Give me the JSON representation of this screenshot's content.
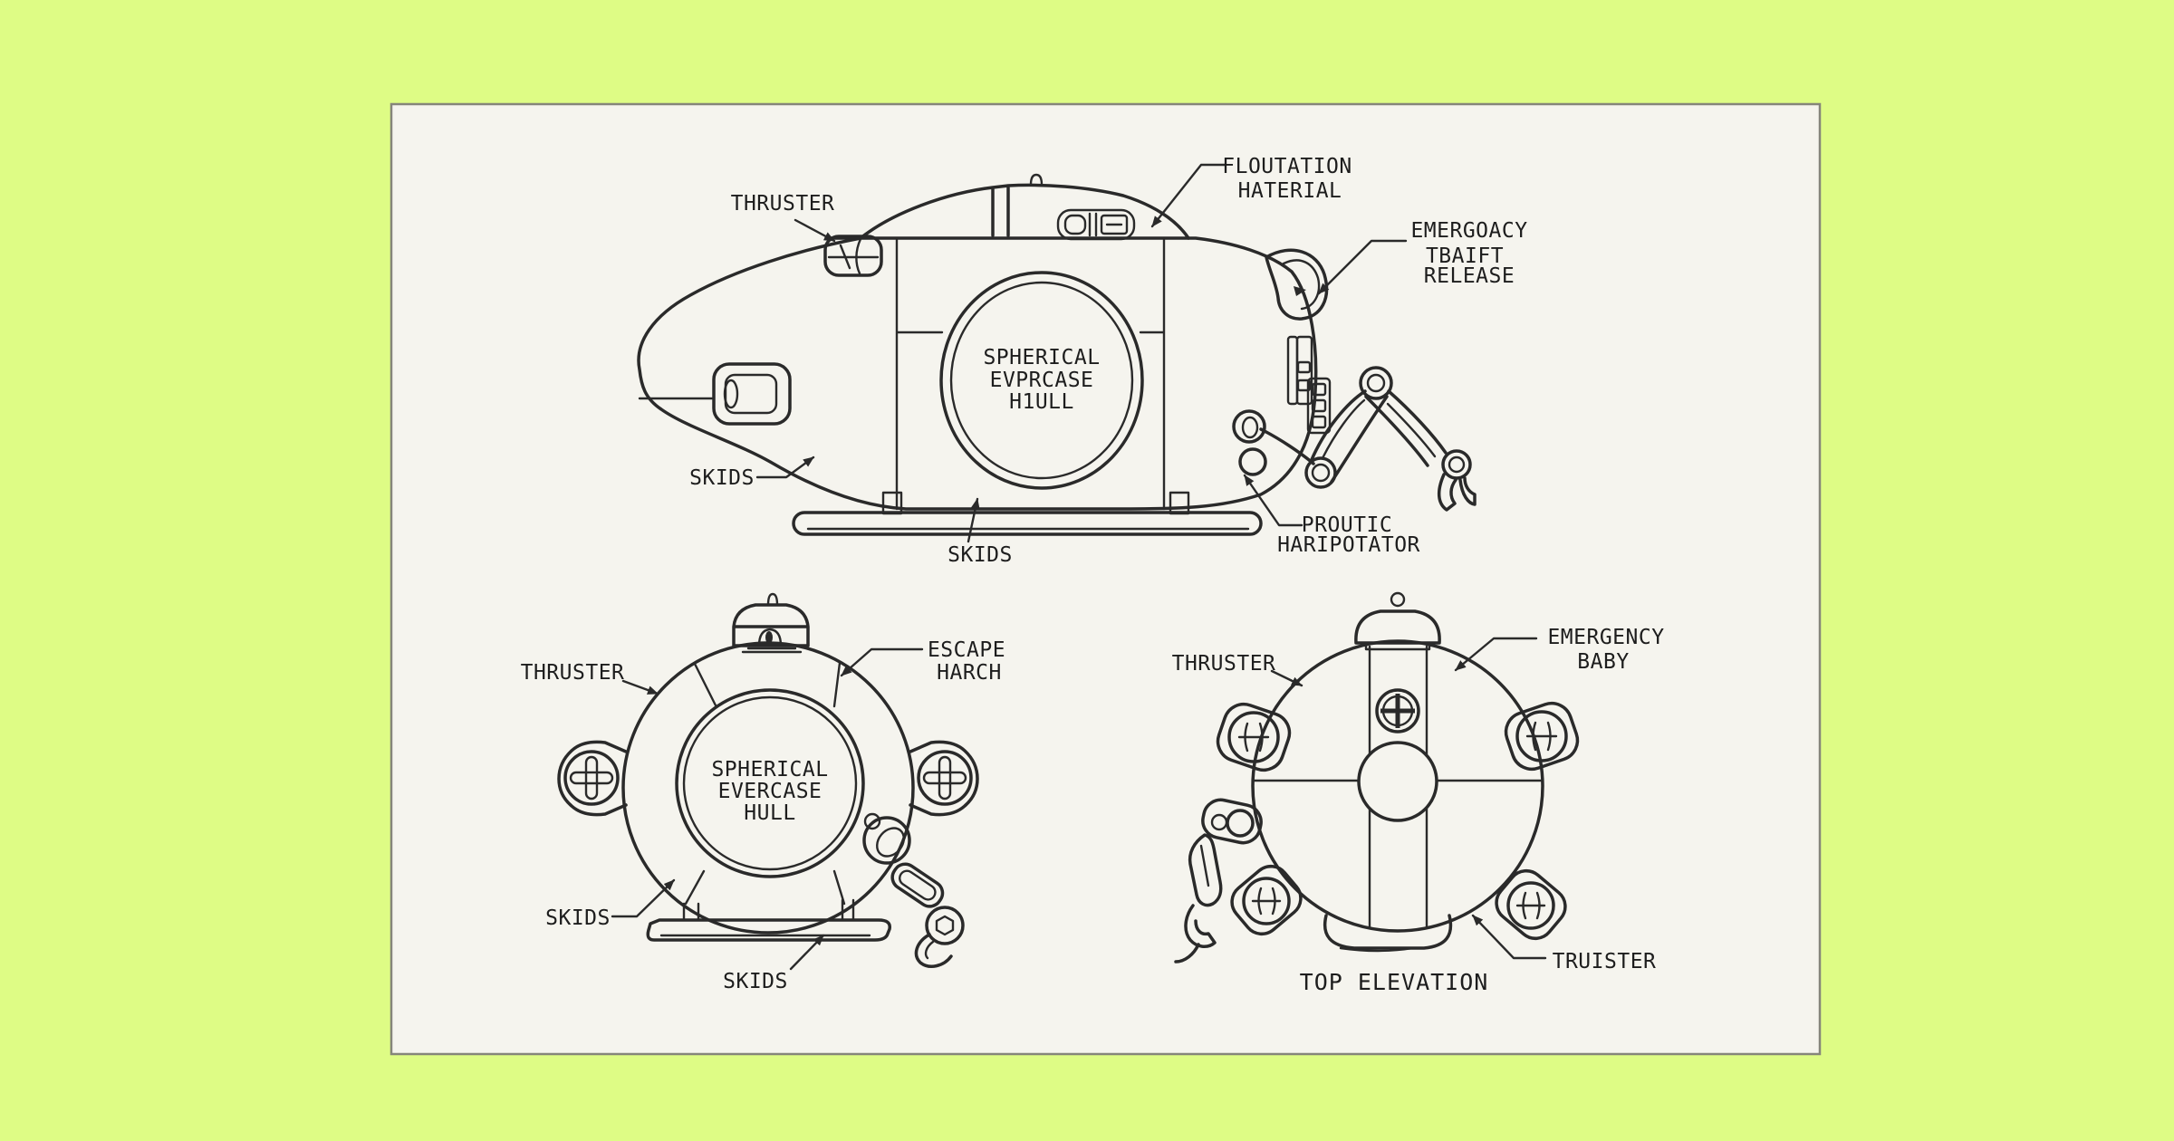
{
  "palette": {
    "background": "#defc85",
    "paper": "#f5f4ee",
    "paper_border": "#85857a",
    "line": "#2a2a2a",
    "text": "#1d1d1d"
  },
  "views": {
    "side": {
      "name": "side elevation of submersible",
      "labels": {
        "thruster": "THRUSTER",
        "flotation_line1": "FLOUTATION",
        "flotation_line2": "HATERIAL",
        "emergency_line1": "EMERGOACY",
        "emergency_line2": "TBAIFT",
        "emergency_line3": "RELEASE",
        "hull_line1": "SPHERICAL",
        "hull_line2": "EVPRCASE",
        "hull_line3": "H1ULL",
        "skids_left": "SKIDS",
        "skids_bottom": "SKIDS",
        "manipulator_line1": "PROUTIC",
        "manipulator_line2": "HARIPOTATOR"
      }
    },
    "front": {
      "name": "front elevation of submersible",
      "labels": {
        "thruster": "THRUSTER",
        "escape_line1": "ESCAPE",
        "escape_line2": "HARCH",
        "hull_line1": "SPHERICAL",
        "hull_line2": "EVERCASE",
        "hull_line3": "HULL",
        "skids_left": "SKIDS",
        "skids_bottom": "SKIDS"
      }
    },
    "top": {
      "name": "top elevation of submersible",
      "labels": {
        "thruster": "THRUSTER",
        "emergency_line1": "EMERGENCY",
        "emergency_line2": "BABY",
        "truster": "TRUISTER"
      },
      "caption": "TOP ELEVATION"
    }
  }
}
